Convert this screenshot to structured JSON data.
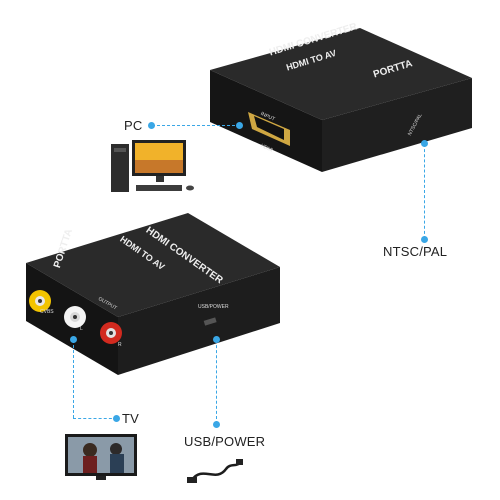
{
  "product": {
    "title_line1": "HDMI CONVERTER",
    "title_line2": "HDMI TO AV",
    "brand": "PORTTA"
  },
  "top_box": {
    "port_input_label": "INPUT",
    "port_hdmi_label": "HDMI",
    "switch_label": "NTSC/PAL"
  },
  "bottom_box": {
    "output_label": "OUTPUT",
    "cvbs_label": "CVBS",
    "l_label": "L",
    "r_label": "R",
    "usb_label": "USB/POWER"
  },
  "callouts": {
    "pc": "PC",
    "ntsc_pal": "NTSC/PAL",
    "tv": "TV",
    "usb_power": "USB/POWER"
  },
  "colors": {
    "accent_line": "#3aa7e6",
    "box_body": "#1b1b1b",
    "rca_yellow": "#f2c400",
    "rca_white": "#f4f4f4",
    "rca_red": "#d22a1f"
  }
}
